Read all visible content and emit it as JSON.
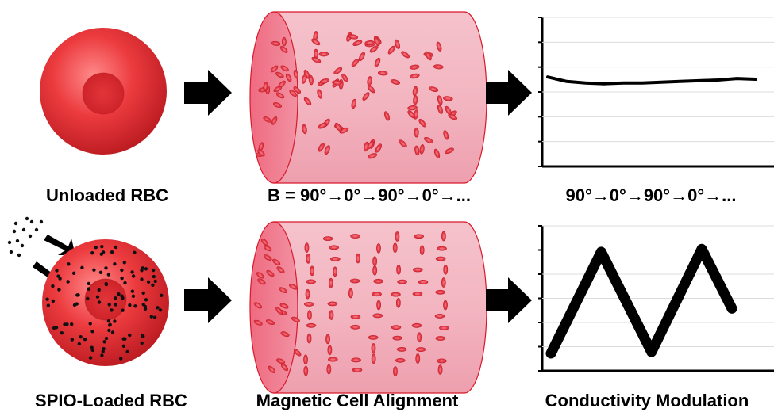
{
  "labels": {
    "unloaded_rbc": "Unloaded RBC",
    "field_sequence": "B = 90°→0°→90°→0°→...",
    "response_sequence": "90°→0°→90°→0°→...",
    "spio_loaded_rbc": "SPIO-Loaded RBC",
    "magnetic_alignment": "Magnetic Cell Alignment",
    "conductivity_modulation": "Conductivity Modulation"
  },
  "colors": {
    "rbc_red": "#e8353a",
    "rbc_dark": "#c41f26",
    "vessel_fill": "#f2b3bf",
    "vessel_end": "#ee7d8e",
    "vessel_stroke": "#d8192a",
    "arrow": "#000000",
    "spio_dot": "#111111"
  },
  "chart_data": [
    {
      "type": "line",
      "series": [
        {
          "values": [
            0.6,
            0.57,
            0.56,
            0.555,
            0.56,
            0.56,
            0.565,
            0.57,
            0.575,
            0.58,
            0.59,
            0.585
          ]
        }
      ],
      "ylim": [
        0,
        1
      ]
    },
    {
      "type": "line",
      "series": [
        {
          "x": [
            0,
            1,
            2,
            3,
            3.6
          ],
          "values": [
            0.12,
            0.82,
            0.13,
            0.84,
            0.43
          ]
        }
      ],
      "ylim": [
        0,
        1
      ]
    }
  ]
}
